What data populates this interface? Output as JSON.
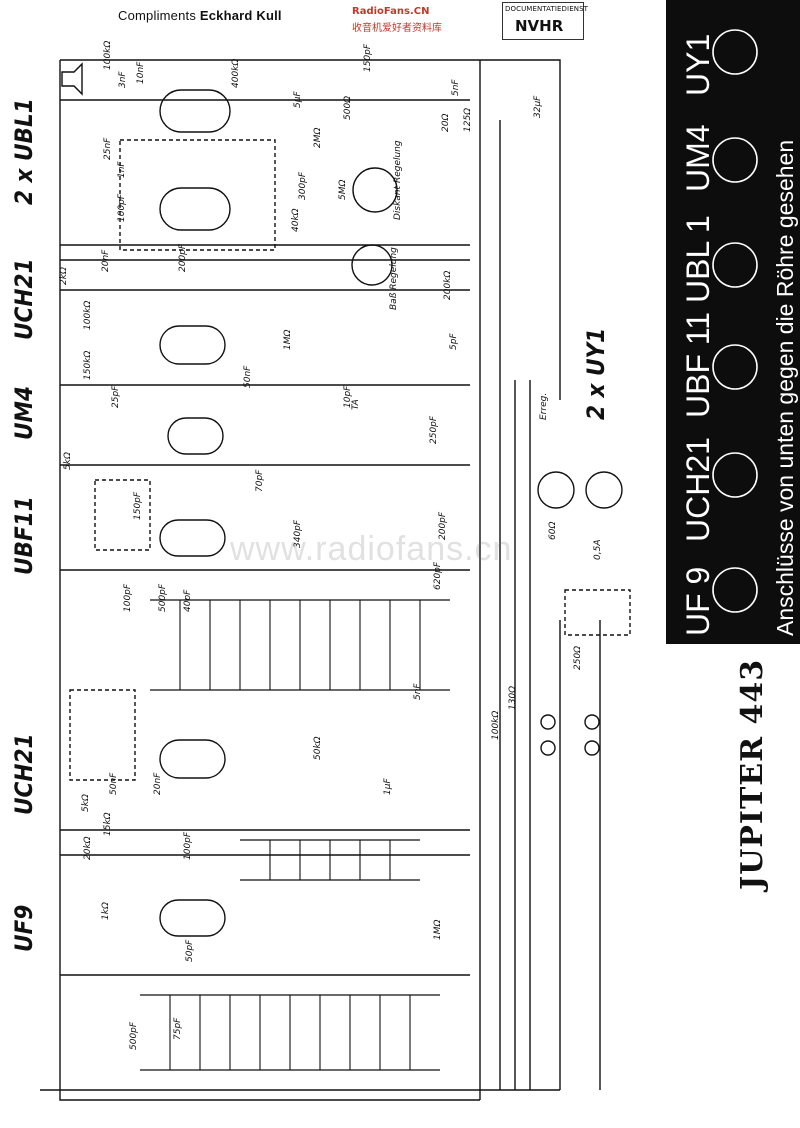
{
  "header": {
    "compliments_prefix": "Compliments",
    "compliments_name": "Eckhard Kull",
    "radiofans_logo": "RadioFans.CN",
    "radiofans_subtitle": "收音机爱好者资料库",
    "stamp_line1": "DOCUMENTATIEDIENST",
    "stamp_line2": "NVHR"
  },
  "tube_labels_left": [
    "2 x UBL1",
    "UCH21",
    "UM4",
    "UBF11",
    "UCH21",
    "UF9"
  ],
  "rectifier_label": "2 x UY1",
  "model_title": "JUPITER 443",
  "watermark": "www.radiofans.cn",
  "socket_legend": {
    "tubes": [
      "UY1",
      "UM4",
      "UBL 1",
      "UBF 11",
      "UCH21",
      "UF 9"
    ],
    "note": "Anschlüsse von unten gegen die Röhre gesehen",
    "background": "#0d0d0d",
    "text_color": "#ffffff"
  },
  "component_labels": {
    "capacitors": [
      "150pF",
      "3nF",
      "5nF",
      "5µF",
      "10nF",
      "25nF",
      "1nF",
      "100pF",
      "300pF",
      "20nF",
      "200pF",
      "32µF",
      "5pF",
      "50nF",
      "10pF",
      "250pF",
      "25pF",
      "150pF",
      "70pF",
      "200pF",
      "340pF",
      "620pF",
      "100pF",
      "500pF",
      "40pF",
      "5nF",
      "1µF",
      "20nF",
      "50nF",
      "100pF",
      "75pF",
      "500pF",
      "50pF"
    ],
    "resistors": [
      "100kΩ",
      "400kΩ",
      "500Ω",
      "20Ω",
      "125Ω",
      "2MΩ",
      "5MΩ",
      "40kΩ",
      "1MΩ",
      "200kΩ",
      "2kΩ",
      "100kΩ",
      "150kΩ",
      "5kΩ",
      "60Ω",
      "0,5A",
      "250Ω",
      "130Ω",
      "50kΩ",
      "5kΩ",
      "15kΩ",
      "20kΩ",
      "1kΩ",
      "1MΩ",
      "100kΩ"
    ],
    "controls": [
      "Diskant Regelung",
      "Baß Regelung",
      "TA",
      "Erreg."
    ]
  }
}
